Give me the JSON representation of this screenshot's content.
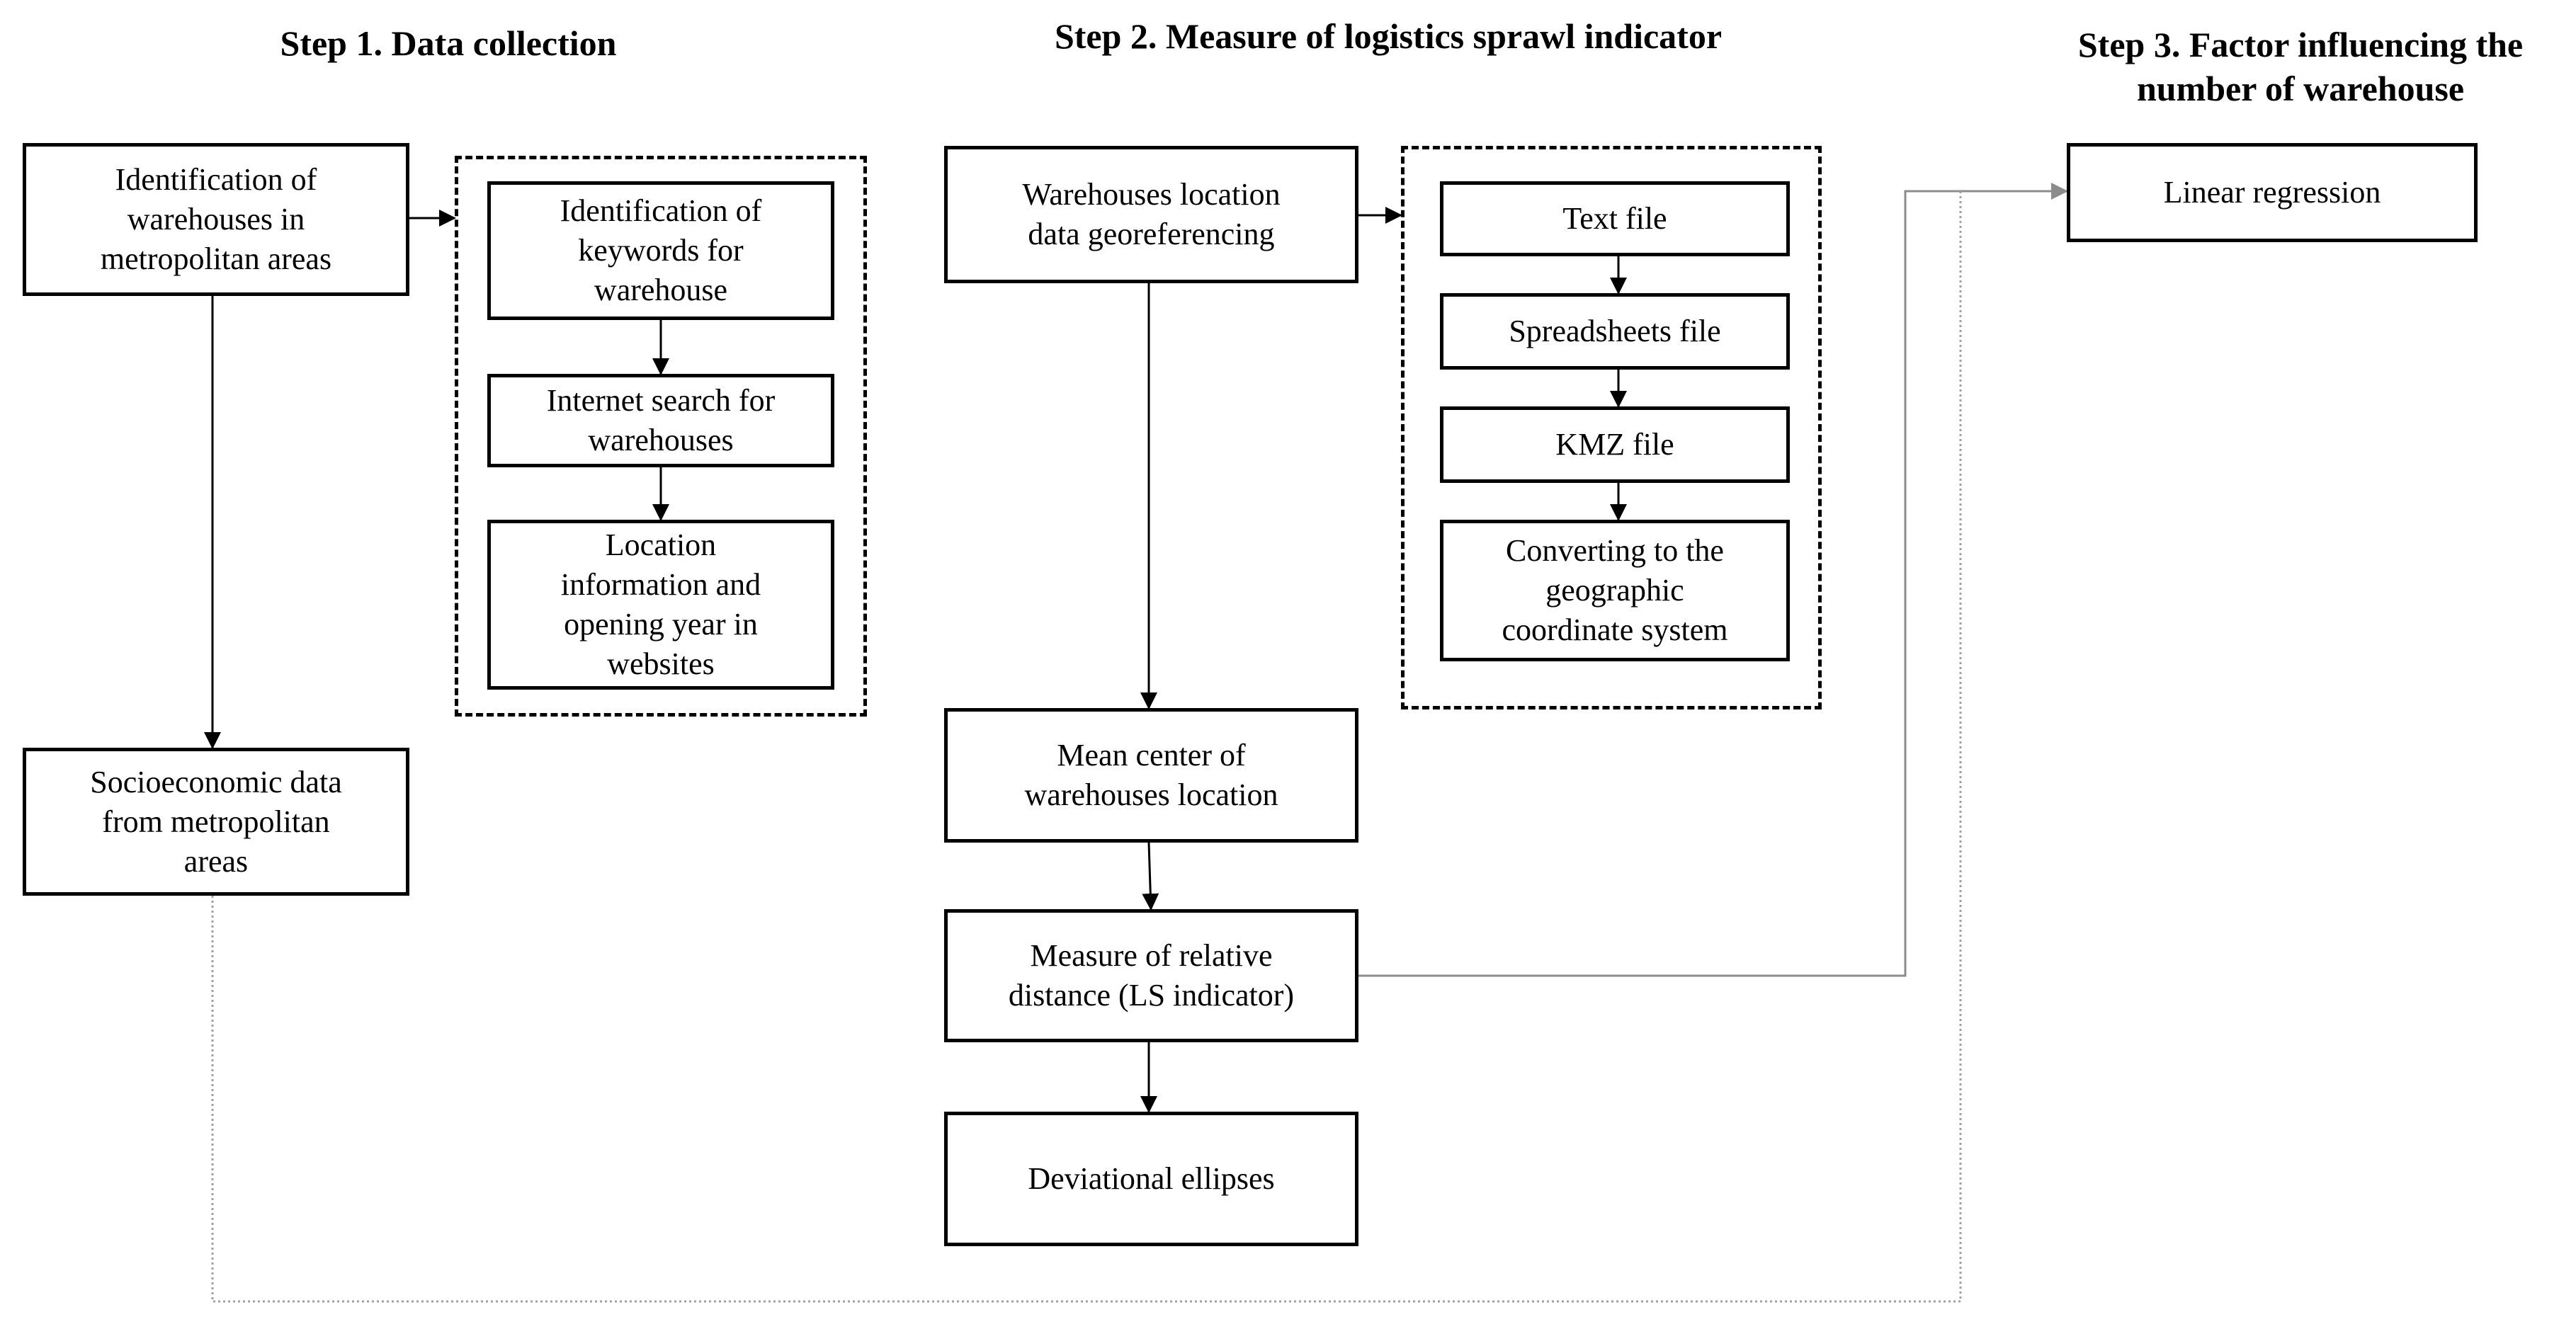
{
  "steps": {
    "step1": "Step 1. Data collection",
    "step2": "Step 2. Measure of logistics sprawl indicator",
    "step3": "Step 3. Factor influencing the\nnumber of warehouse"
  },
  "step1": {
    "identification": "Identification of\nwarehouses in\nmetropolitan areas",
    "keywords": "Identification of\nkeywords for\nwarehouse",
    "internet_search": "Internet search for\nwarehouses",
    "location_info": "Location\ninformation and\nopening year in\nwebsites",
    "socioeconomic": "Socioeconomic data\nfrom metropolitan\nareas"
  },
  "step2": {
    "georeferencing": "Warehouses location\ndata georeferencing",
    "text_file": "Text file",
    "spreadsheets_file": "Spreadsheets  file",
    "kmz_file": "KMZ  file",
    "converting": "Converting to the\ngeographic\ncoordinate system",
    "mean_center": "Mean center of\nwarehouses location",
    "relative_distance": "Measure of relative\ndistance (LS indicator)",
    "ellipses": "Deviational ellipses"
  },
  "step3": {
    "regression": "Linear regression"
  },
  "colors": {
    "line": "#000000",
    "grey_connector": "#8c8c8c",
    "dotted_connector": "#a0a0a0"
  }
}
